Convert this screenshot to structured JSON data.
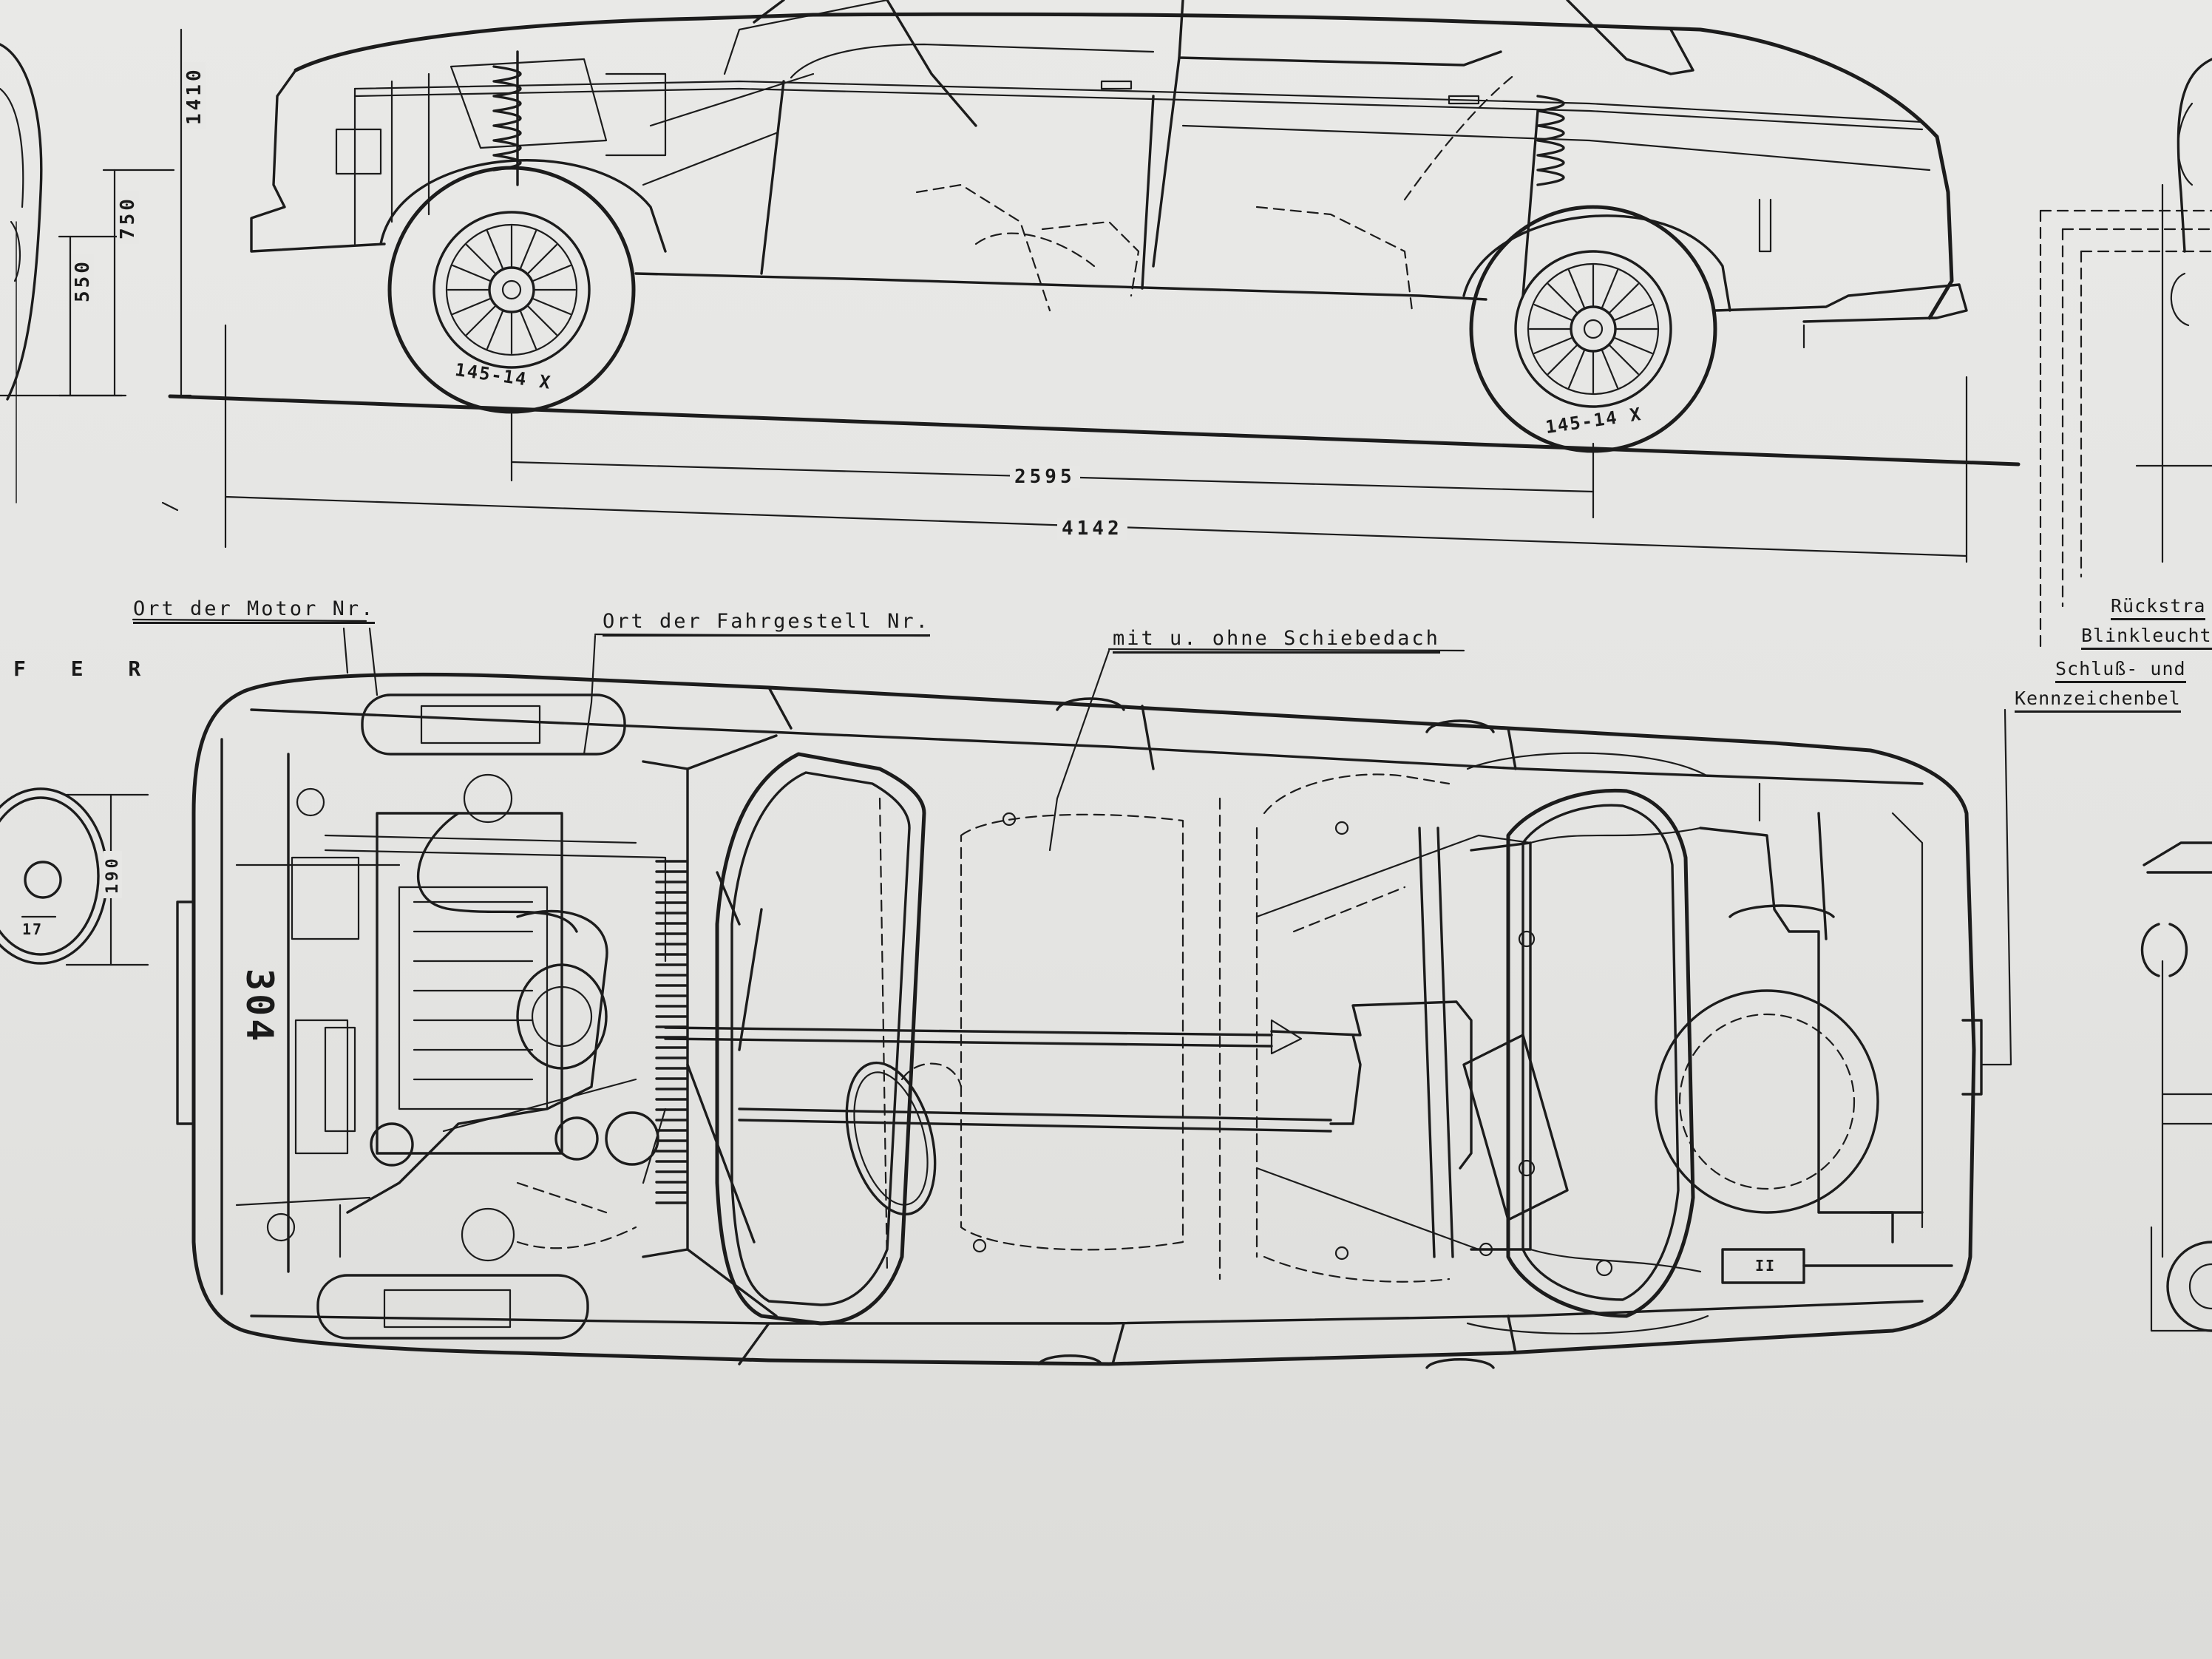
{
  "dimensions": {
    "total_height": "1410",
    "height_750": "750",
    "height_550": "550",
    "wheelbase": "2595",
    "overall_length": "4142",
    "plate_height": "190",
    "plate_small": "17"
  },
  "tire_sizes": {
    "front": "145-14 X",
    "rear": "145-14 X"
  },
  "callouts": {
    "engine_number": "Ort der Motor Nr.",
    "chassis_number": "Ort der Fahrgestell Nr.",
    "sunroof": "mit u. ohne Schiebedach"
  },
  "model_marking": "304",
  "side_labels": {
    "reflector": "Rückstra",
    "turn_signal": "Blinkleucht",
    "tail_light": "Schluß- und",
    "plate_light": "Kennzeichenbel"
  },
  "margin_letters": "F E R",
  "battery_marks": {
    "main": "II"
  }
}
